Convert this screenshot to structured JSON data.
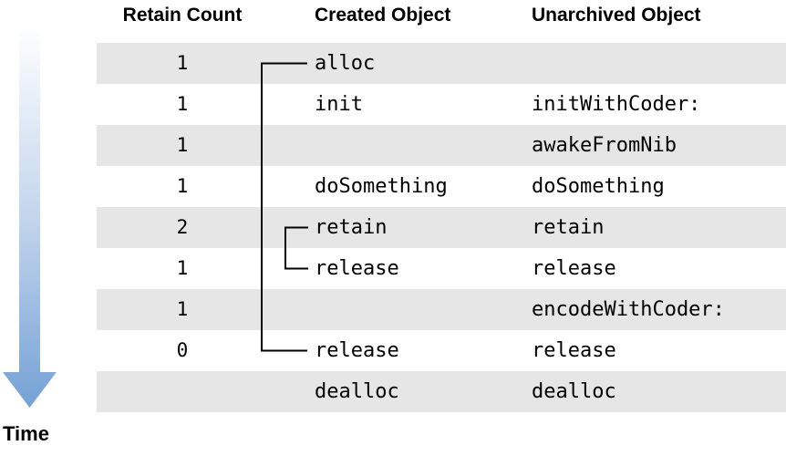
{
  "diagram_type": "object-lifecycle-table",
  "headers": {
    "retain_count": "Retain Count",
    "created_object": "Created Object",
    "unarchived_object": "Unarchived Object"
  },
  "time_axis_label": "Time",
  "rows": [
    {
      "count": "1",
      "created": "alloc",
      "unarchived": ""
    },
    {
      "count": "1",
      "created": "init",
      "unarchived": "initWithCoder:"
    },
    {
      "count": "1",
      "created": "",
      "unarchived": "awakeFromNib"
    },
    {
      "count": "1",
      "created": "doSomething",
      "unarchived": "doSomething"
    },
    {
      "count": "2",
      "created": "retain",
      "unarchived": "retain"
    },
    {
      "count": "1",
      "created": "release",
      "unarchived": "release"
    },
    {
      "count": "1",
      "created": "",
      "unarchived": "encodeWithCoder:"
    },
    {
      "count": "0",
      "created": "release",
      "unarchived": "release"
    },
    {
      "count": "",
      "created": "dealloc",
      "unarchived": "dealloc"
    }
  ],
  "brackets": {
    "outer": "connects alloc to final release (object lifetime)",
    "inner": "connects retain to release (balanced pair)"
  },
  "colors": {
    "row_stripe": "#e6e6e6",
    "row_alt": "#ffffff",
    "text": "#000000",
    "bracket_line": "#000000",
    "arrow_gradient_top": "#fdfeff",
    "arrow_gradient_bottom": "#74a1d5"
  }
}
